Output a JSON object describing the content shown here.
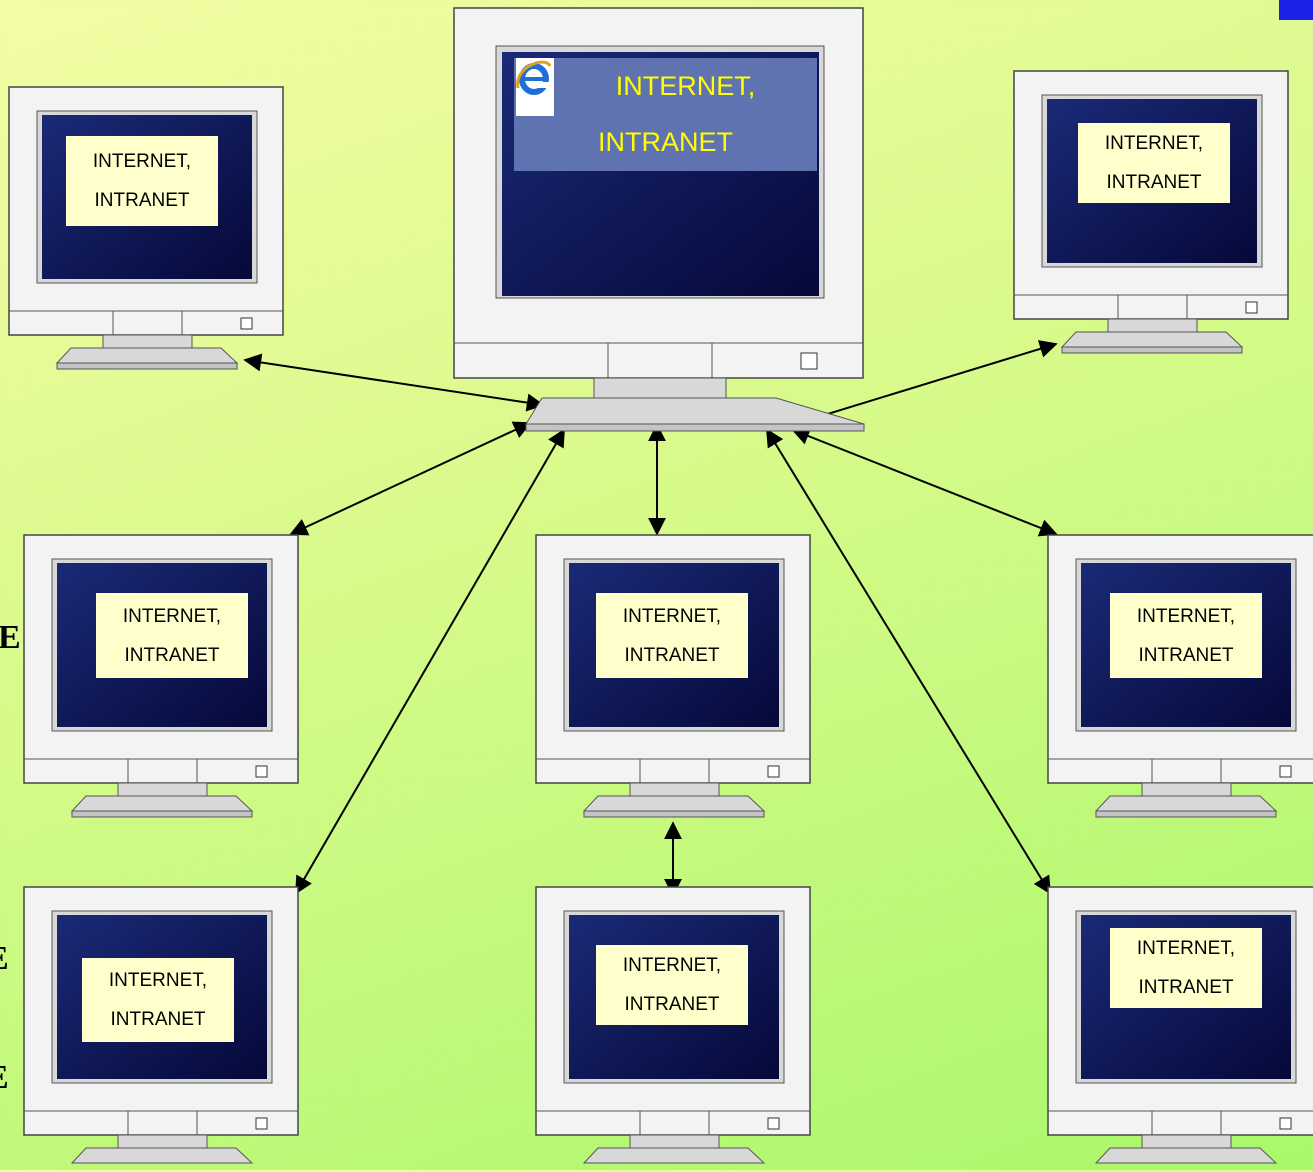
{
  "server": {
    "line1": "INTERNET,",
    "line2": "INTRANET",
    "icon": "internet-explorer-icon"
  },
  "clients": [
    {
      "line1": "INTERNET,",
      "line2": "INTRANET"
    },
    {
      "line1": "INTERNET,",
      "line2": "INTRANET"
    },
    {
      "line1": "INTERNET,",
      "line2": "INTRANET"
    },
    {
      "line1": "INTERNET,",
      "line2": "INTRANET"
    },
    {
      "line1": "INTERNET,",
      "line2": "INTRANET"
    },
    {
      "line1": "INTERNET,",
      "line2": "INTRANET"
    },
    {
      "line1": "INTERNET,",
      "line2": "INTRANET"
    },
    {
      "line1": "INTERNET,",
      "line2": "INTRANET"
    }
  ],
  "side_letters": [
    "E",
    "E",
    "E"
  ],
  "colors": {
    "screen_dark": "#0a0f45",
    "screen_mid": "#1b2a78",
    "label_bg": "#ffffcc",
    "server_text": "#ffff00",
    "accent_corner": "#1a22e6"
  }
}
